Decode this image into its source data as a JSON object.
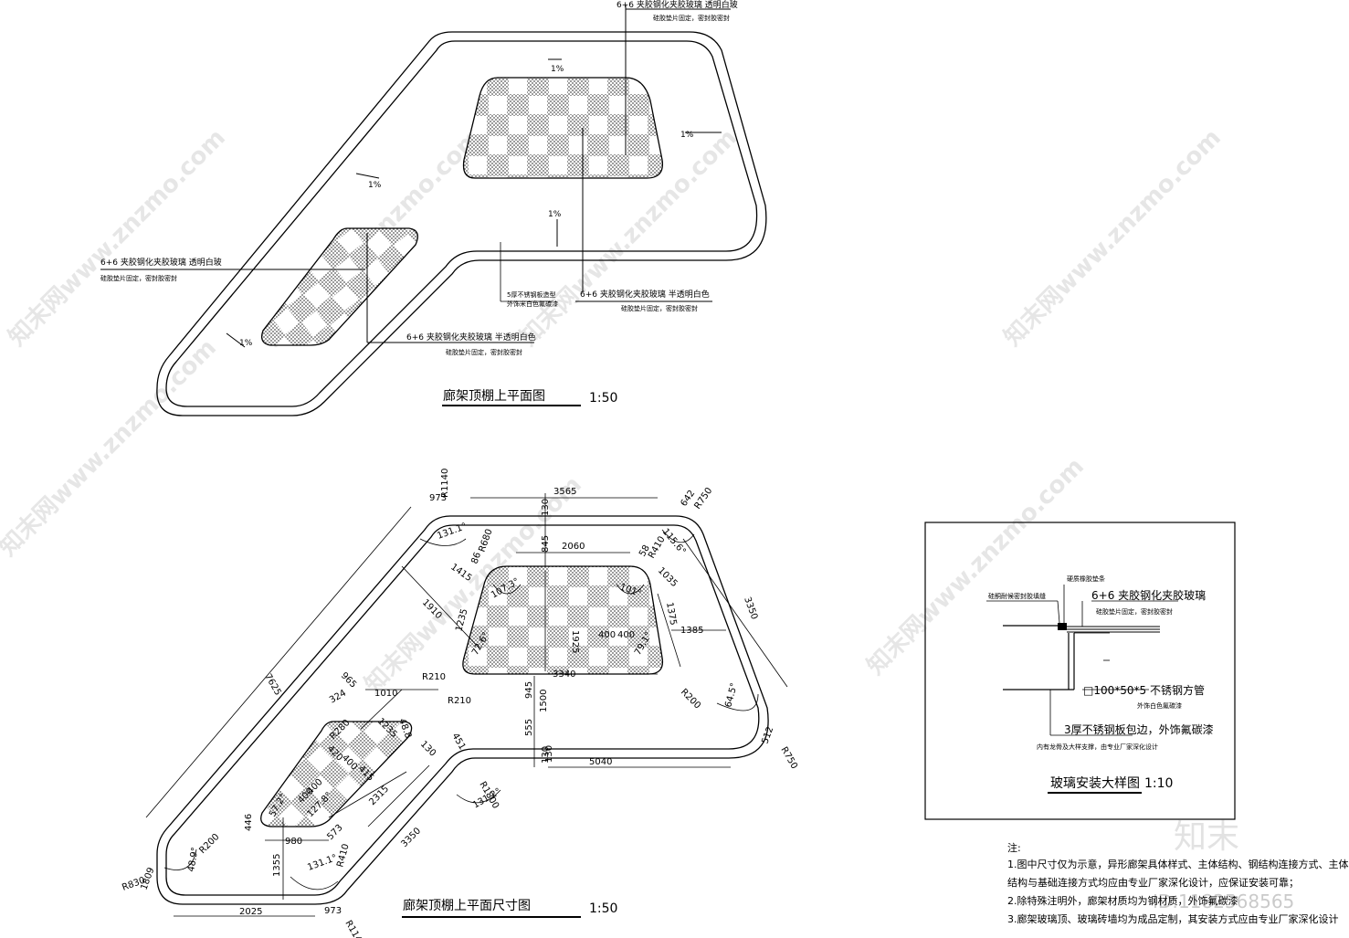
{
  "drawings": {
    "plan": {
      "title": "廊架顶棚上平面图",
      "scale": "1:50",
      "slope_label": "1%",
      "callouts": {
        "top_spec": "6+6 夹胶钢化夹胶玻璃  透明白玻",
        "top_note": "硅胶垫片固定，密封胶密封",
        "left_spec": "6+6 夹胶钢化夹胶玻璃  透明白玻",
        "left_note": "硅胶垫片固定，密封胶密封",
        "bottom_spec": "6+6 夹胶钢化夹胶玻璃  半透明白色",
        "bottom_note": "硅胶垫片固定，密封胶密封",
        "center_spec": "6+6 夹胶钢化夹胶玻璃  半透明白色",
        "center_note": "硅胶垫片固定，密封胶密封",
        "steel_spec": "5厚不锈钢板造型",
        "steel_note": "外饰米白色氟碳漆"
      }
    },
    "dimension_plan": {
      "title": "廊架顶棚上平面尺寸图",
      "scale": "1:50",
      "dimensions": [
        "R1140",
        "973",
        "3565",
        "130",
        "R750",
        "642",
        "115.6°",
        "131.1°",
        "R680",
        "86",
        "845",
        "2060",
        "R410",
        "58",
        "1035",
        "1415",
        "107.3°",
        "101°",
        "1910",
        "1235",
        "1925",
        "1375",
        "1385",
        "3350",
        "400",
        "400",
        "72.6°",
        "79.1°",
        "R210",
        "3340",
        "R200",
        "7625",
        "965",
        "1010",
        "324",
        "R210",
        "945",
        "1500",
        "555",
        "64.5°",
        "1235",
        "48.8",
        "R280",
        "420",
        "400",
        "415",
        "130",
        "451",
        "130",
        "5040",
        "2315",
        "R1800",
        "131.2°",
        "400",
        "400",
        "127.8°",
        "57.2°",
        "446",
        "R200",
        "980",
        "R410",
        "3350",
        "1355",
        "131.1°",
        "48.9°",
        "R830",
        "2025",
        "973",
        "R1140",
        "R750",
        "512",
        "130",
        "1809",
        "573"
      ]
    },
    "detail": {
      "title": "玻璃安装大样图",
      "scale": "1:10",
      "labels": {
        "sealant": "硅酮耐候密封胶填缝",
        "rubber": "硬质橡胶垫条",
        "glass_spec": "6+6 夹胶钢化夹胶玻璃",
        "glass_note": "硅胶垫片固定，密封胶密封",
        "tube_spec": "□100*50*5 不锈钢方管",
        "tube_note": "外饰白色氟碳漆",
        "plate_spec": "3厚不锈钢板包边，外饰氟碳漆",
        "plate_note": "内有龙骨及大样支撑，由专业厂家深化设计"
      }
    }
  },
  "notes": {
    "heading": "注:",
    "items": [
      "1.图中尺寸仅为示意，异形廊架具体样式、主体结构、钢结构连接方式、主体",
      "结构与基础连接方式均应由专业厂家深化设计，应保证安装可靠；",
      "2.除特殊注明外，廊架材质均为钢材质，外饰氟碳漆",
      "3.廊架玻璃顶、玻璃砖墙均为成品定制，其安装方式应由专业厂家深化设计"
    ]
  },
  "watermarks": {
    "site": "知末网www.znzmo.com",
    "brand": "知末",
    "id": "ID:1182568565"
  },
  "colors": {
    "line": "#000000",
    "hatch": "#6a6a6a",
    "paper": "#ffffff",
    "watermark": "#c9c9c9"
  }
}
